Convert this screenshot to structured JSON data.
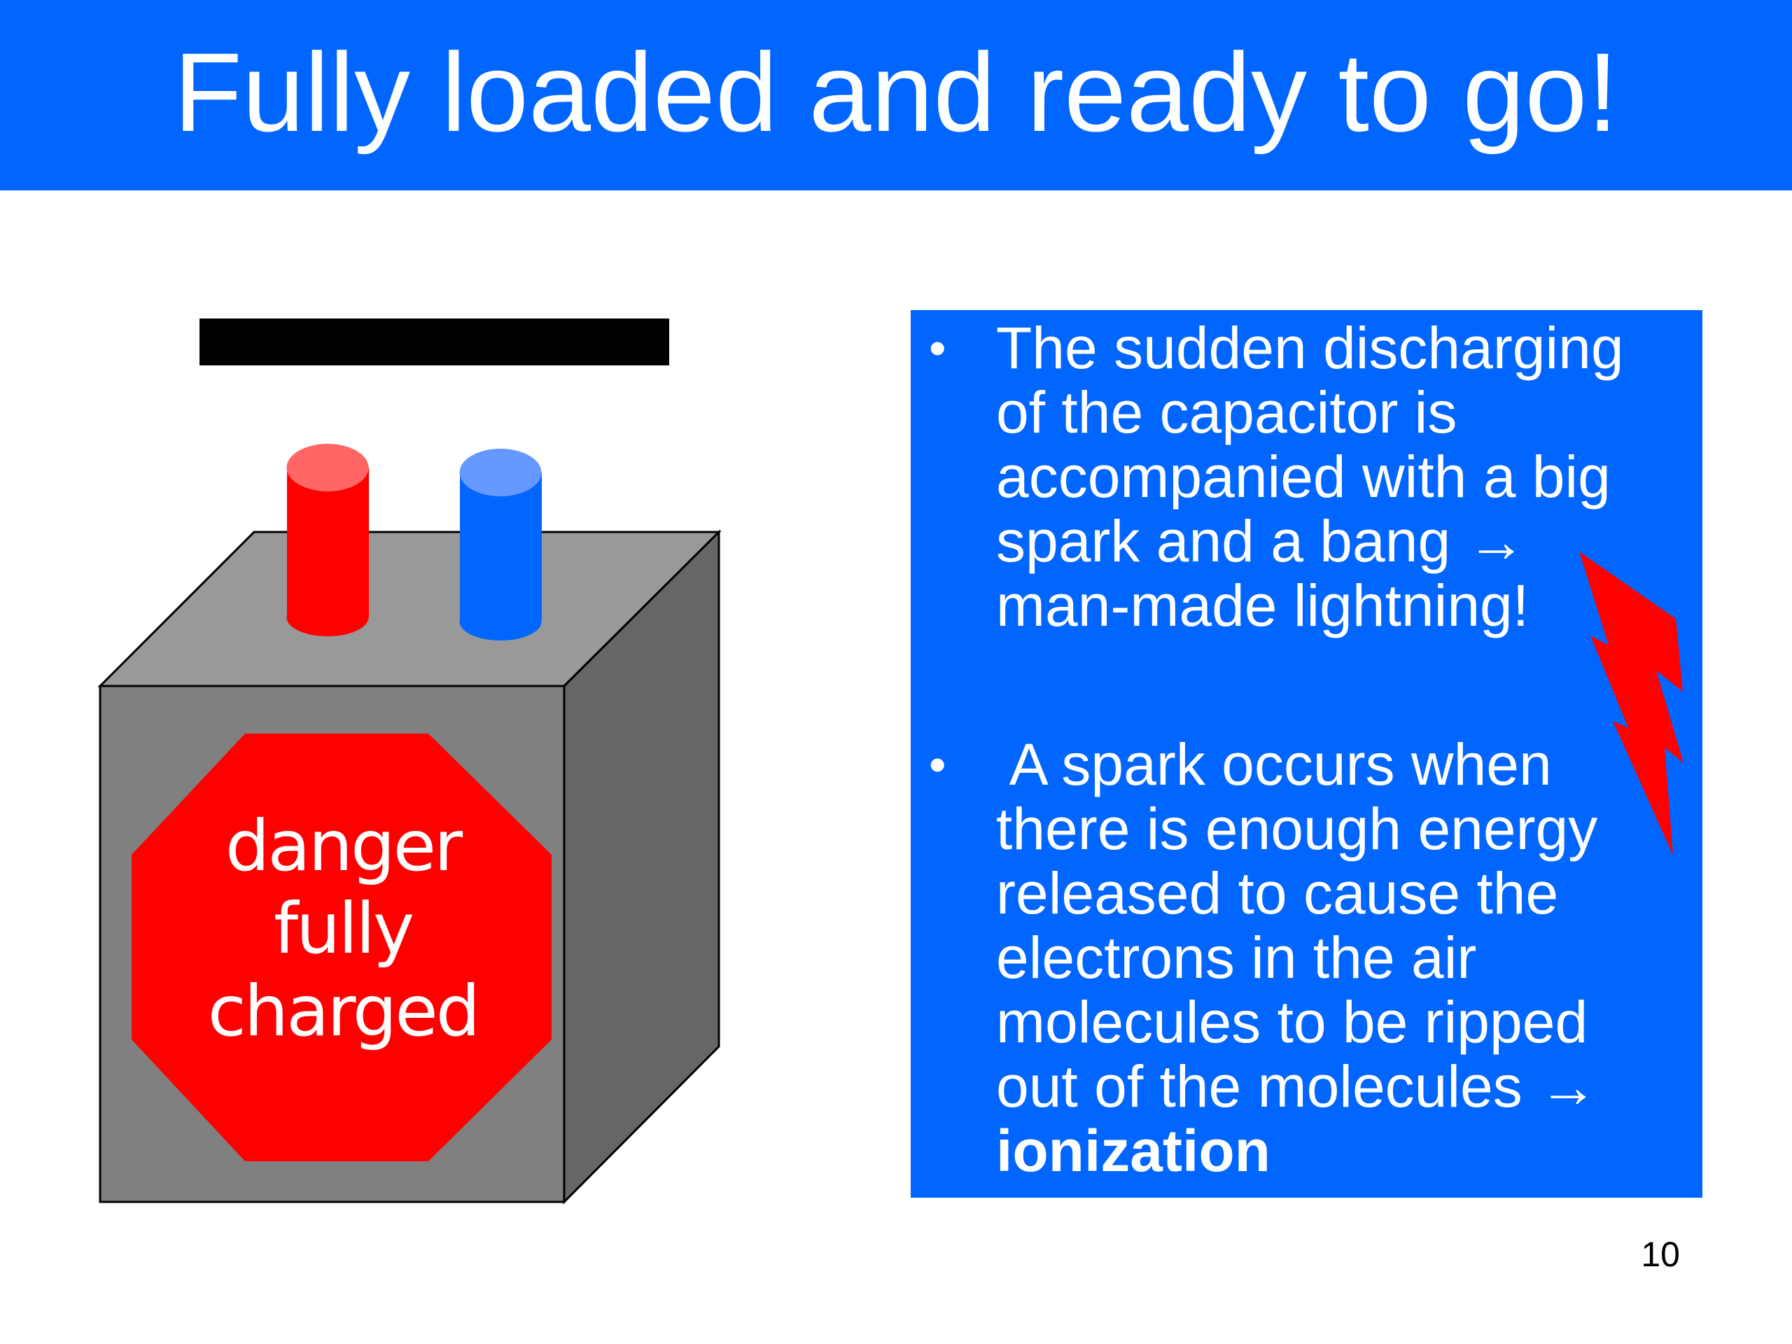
{
  "slide": {
    "title": "Fully loaded and ready to go!",
    "page_number": "10"
  },
  "illustration": {
    "warning_sign_lines": [
      "danger",
      "fully",
      "charged"
    ],
    "colors": {
      "plate": "#000000",
      "box_front": "#808080",
      "box_top": "#999999",
      "box_side": "#666666",
      "terminal_positive": "#ff0000",
      "terminal_negative": "#0066ff",
      "warning_sign": "#ff0000",
      "lightning": "#ff0000"
    }
  },
  "info_box": {
    "background": "#0066ff",
    "bullet_symbol": "•",
    "bullets": [
      {
        "lines": [
          "The sudden discharging",
          "of the capacitor is",
          "accompanied with a big",
          "spark and a bang →",
          "man-made lightning!"
        ]
      },
      {
        "lines": [
          " A spark occurs when",
          "there is enough energy",
          "released to cause the",
          "electrons in the air",
          "molecules to be ripped",
          "out of the molecules →"
        ],
        "bold_line": "ionization"
      }
    ]
  },
  "theme": {
    "accent": "#0066ff",
    "text_on_accent": "#ffffff"
  }
}
